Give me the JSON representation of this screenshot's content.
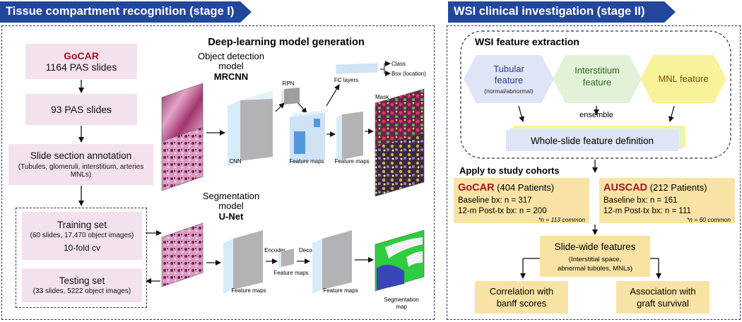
{
  "stage1": {
    "banner": "Tissue compartment recognition (stage I)",
    "gocar_title": "GoCAR",
    "gocar_slides": "1164 PAS slides",
    "pas93": "93 PAS slides",
    "annotation_title": "Slide section annotation",
    "annotation_detail": "(Tubules, glomeruli, interstitium, arteries MNLs)",
    "training_title": "Training set",
    "training_detail": "(60 slides, 17,470 object images)",
    "training_cv": "10-fold cv",
    "testing_title": "Testing set",
    "testing_detail": "(33 slides, 5222  object images)",
    "dl_title": "Deep-learning model generation",
    "od_model_line1": "Object detection",
    "od_model_line2": "model",
    "od_model_name": "MRCNN",
    "rpn": "RPN",
    "fc_layers": "FC layers",
    "class_label": "Class",
    "box_label": "Box (location)",
    "mask_label": "Mask",
    "cnn_label": "CNN",
    "feature_maps_a": "Feature maps",
    "feature_maps_b": "Feature maps",
    "seg_model_line1": "Segmentation",
    "seg_model_line2": "model",
    "seg_model_name": "U-Net",
    "encoder": "Encoder",
    "decoder": "Decoder",
    "feature_maps_c": "Feature maps",
    "feature_maps_d": "Feature maps",
    "feature_maps_e": "Feature maps",
    "seg_map_line1": "Segmentation",
    "seg_map_line2": "map"
  },
  "stage2": {
    "banner": "WSI clinical investigation (stage II)",
    "wsi_title": "WSI feature extraction",
    "tubular_line1": "Tubular",
    "tubular_line2": "feature",
    "tubular_detail": "(normal/abnormal)",
    "interstitium_line1": "Interstitium",
    "interstitium_line2": "feature",
    "mnl_feature": "MNL feature",
    "ensemble": "ensemble",
    "whole_slide": "Whole-slide feature definition",
    "apply_title": "Apply to study cohorts",
    "gocar_name": "GoCAR",
    "gocar_patients": " (404 Patients)",
    "gocar_baseline": "Baseline bx: n = 317",
    "gocar_post": "12-m Post-tx bx: n = 200",
    "gocar_common": "*n = 113 common",
    "auscad_name": "AUSCAD",
    "auscad_patients": " (212 Patients)",
    "auscad_baseline": "Baseline bx: n = 161",
    "auscad_post": "12-m Post-tx bx: n = 111",
    "auscad_common": "*n = 60 common",
    "slidewide_title": "Slide-wide features",
    "slidewide_detail1": "(Interstitial space,",
    "slidewide_detail2": "abnormal tubules, MNLs)",
    "correlation_line1": "Correlation with",
    "correlation_line2": "banff scores",
    "association_line1": "Association with",
    "association_line2": "graft survival"
  },
  "colors": {
    "banner_blue": "#23479c",
    "pink_box": "#f4e1ee",
    "yellow_box": "#f9e3a4",
    "cohort_red": "#a31621",
    "tubular_fill": "#dfe4f6",
    "interstitium_fill": "#e2f2d8",
    "mnl_fill": "#f8f29a"
  }
}
